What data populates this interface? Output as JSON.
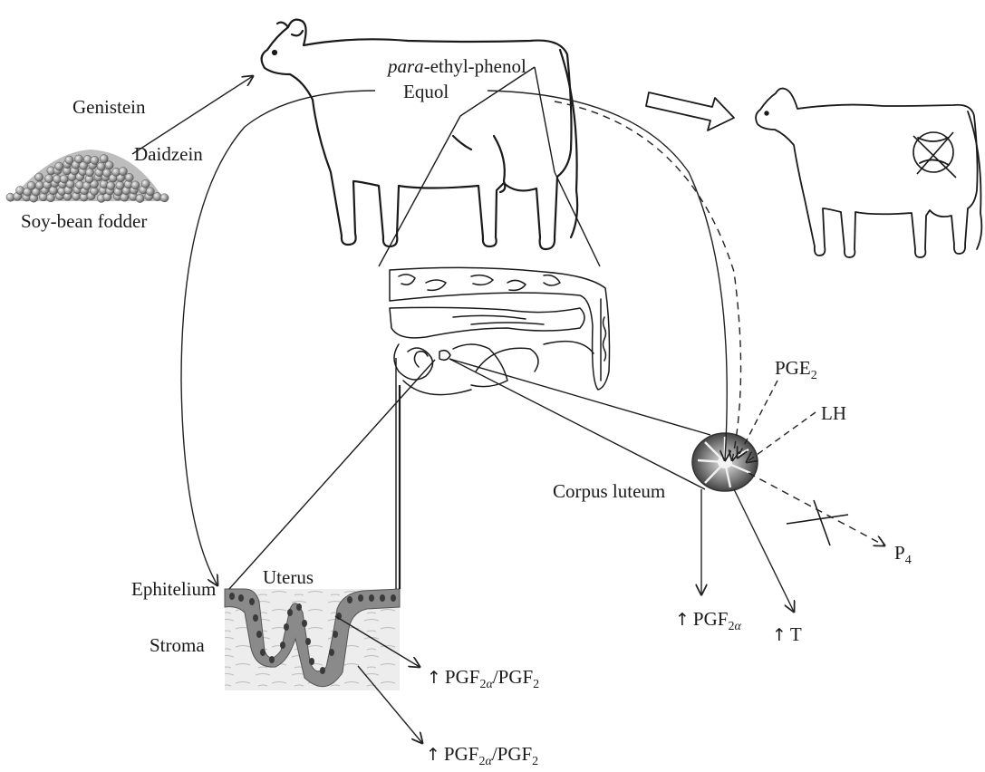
{
  "labels": {
    "genistein": "Genistein",
    "daidzein": "Daidzein",
    "soy_fodder": "Soy-bean fodder",
    "para_prefix": "para",
    "para_rest": "-ethyl-phenol",
    "equol": "Equol",
    "pge2_base": "PGE",
    "pge2_sub": "2",
    "lh": "LH",
    "corpus_luteum": "Corpus luteum",
    "p4_base": "P",
    "p4_sub": "4",
    "ephitelium": "Ephitelium",
    "uterus": "Uterus",
    "stroma": "Stroma",
    "arrow_up": "↑",
    "pgf_base": "PGF",
    "pgf_sub": "2",
    "pgf_sub_alpha": "α",
    "ratio_sep": "/PGF",
    "ratio_sub": "2",
    "t": "T"
  },
  "icons": {
    "increase": "up-arrow-icon",
    "block": "cross-mark-icon"
  }
}
